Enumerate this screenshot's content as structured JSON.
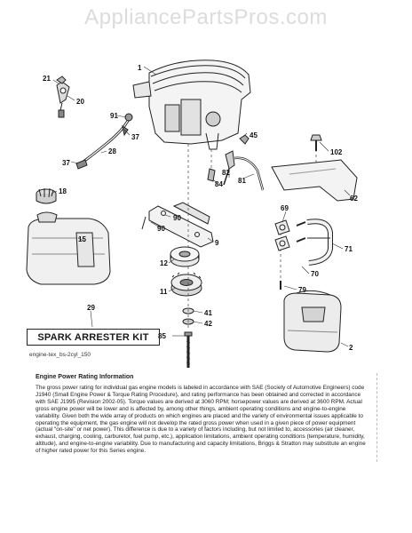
{
  "watermark": "AppliancePartsPros.com",
  "callouts": {
    "c1": "1",
    "c21": "21",
    "c20": "20",
    "c91": "91",
    "c37a": "37",
    "c28": "28",
    "c37b": "37",
    "c45": "45",
    "c82": "82",
    "c84": "84",
    "c81": "81",
    "c102": "102",
    "c62": "62",
    "c18": "18",
    "c15": "15",
    "c90a": "90",
    "c90b": "90",
    "c9": "9",
    "c12": "12",
    "c11": "11",
    "c41": "41",
    "c42": "42",
    "c85": "85",
    "c69": "69",
    "c71": "71",
    "c70": "70",
    "c79": "79",
    "c29": "29",
    "c2": "2"
  },
  "kit_label": "SPARK ARRESTER KIT",
  "diagram_id": "engine-tex_bs-2cyl_150",
  "rating": {
    "title": "Engine Power Rating Information",
    "text": "The gross power rating for individual gas engine models is labeled in accordance with SAE (Society of Automotive Engineers) code J1940 (Small Engine Power & Torque Rating Procedure), and rating performance has been obtained and corrected in accordance with SAE J1995 (Revision 2002-05). Torque values are derived at 3060 RPM; horsepower values are derived at 3600 RPM. Actual gross engine power will be lower and is affected by, among other things, ambient operating conditions and engine-to-engine variability. Given both the wide array of products on which engines are placed and the variety of environmental issues applicable to operating the equipment, the gas engine will not develop the rated gross power when used in a given piece of power equipment (actual \"on-site\" or net power). This difference is due to a variety of factors including, but not limited to, accessories (air cleaner, exhaust, charging, cooling, carburetor, fuel pump, etc.), application limitations, ambient operating conditions (temperature, humidity, altitude), and engine-to-engine variability. Due to manufacturing and capacity limitations, Briggs & Stratton may substitute an engine of higher rated power for this Series engine."
  }
}
